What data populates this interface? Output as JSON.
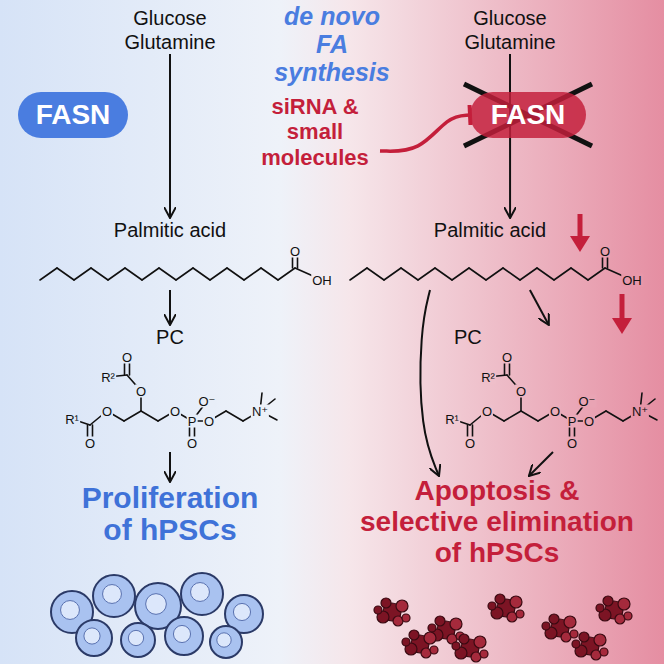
{
  "diagram": {
    "title": "de novo FA synthesis",
    "nodes": [
      {
        "text": [
          "Glucose Glutamine"
        ]
      },
      {
        "text": [
          "FASN"
        ]
      },
      {
        "text": [
          "Palmitic acid"
        ]
      },
      {
        "text": [
          "PC"
        ]
      },
      {
        "text": [
          "Proliferation of hPSCs"
        ]
      },
      {
        "text": [
          "Glucose Glutamine"
        ]
      },
      {
        "text": [
          "FASN"
        ]
      },
      {
        "text": [
          "siRNA & small molecules"
        ]
      },
      {
        "text": [
          "Palmitic acid"
        ]
      },
      {
        "text": [
          "PC"
        ]
      },
      {
        "text": [
          "Apoptosis & selective elimination of hPSCs"
        ]
      }
    ],
    "edges": [
      {
        "from": 0,
        "to": 2,
        "arrow": "to"
      },
      {
        "from": 5,
        "to": 8,
        "arrow": "to"
      },
      {
        "from": 7,
        "to": 6,
        "arrow": "to"
      },
      {
        "from": 2,
        "to": 3,
        "arrow": "to"
      },
      {
        "from": 3,
        "to": 4,
        "arrow": "to"
      },
      {
        "from": 8,
        "to": 9,
        "arrow": "to"
      },
      {
        "from": 8,
        "to": 10,
        "arrow": "to"
      },
      {
        "from": 9,
        "to": 10,
        "arrow": "to"
      }
    ],
    "labels": [
      "O",
      "OH",
      "O",
      "OH",
      "R¹",
      "O",
      "O",
      "O",
      "O",
      "R²",
      "O",
      "P",
      "O⁻",
      "O",
      "O",
      "N⁺",
      "R¹",
      "O",
      "O",
      "O",
      "O",
      "R²",
      "O",
      "P",
      "O⁻",
      "O",
      "O",
      "N⁺"
    ]
  }
}
